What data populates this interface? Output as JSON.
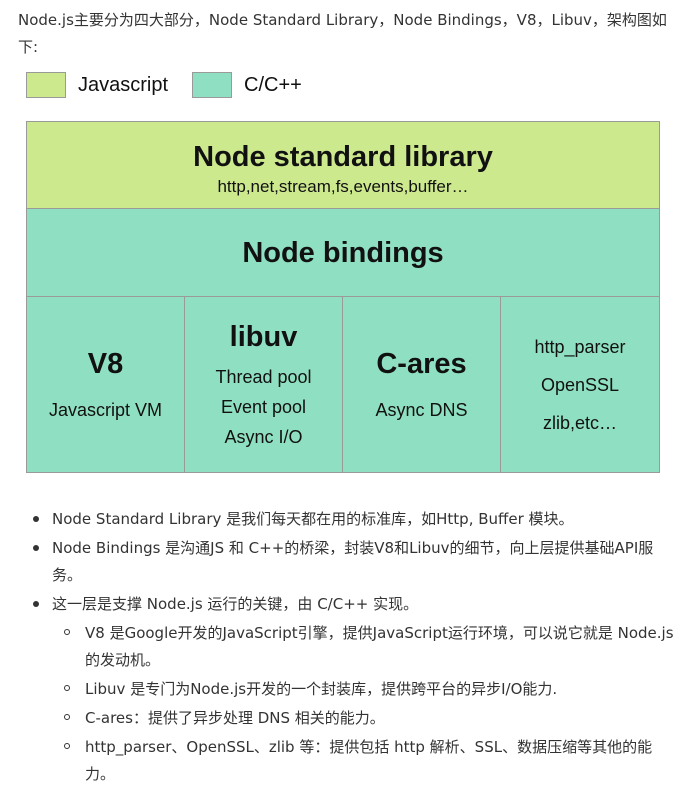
{
  "intro": "Node.js主要分为四大部分，Node Standard Library，Node Bindings，V8，Libuv，架构图如下:",
  "colors": {
    "javascript": "#cde98e",
    "cpp": "#8fe0c3",
    "border": "#9a9a9a"
  },
  "legend": [
    {
      "label": "Javascript",
      "color": "#cde98e"
    },
    {
      "label": "C/C++",
      "color": "#8fe0c3"
    }
  ],
  "diagram": {
    "standard_library": {
      "title": "Node standard library",
      "subtitle": "http,net,stream,fs,events,buffer…"
    },
    "bindings": {
      "title": "Node bindings"
    },
    "modules": [
      {
        "title": "V8",
        "lines": [
          "Javascript VM"
        ]
      },
      {
        "title": "libuv",
        "lines": [
          "Thread pool",
          "Event pool",
          "Async I/O"
        ]
      },
      {
        "title": "C-ares",
        "lines": [
          "Async DNS"
        ]
      },
      {
        "title": "",
        "lines": [
          "http_parser",
          "OpenSSL",
          "zlib,etc…"
        ]
      }
    ]
  },
  "notes": [
    {
      "text": "Node Standard Library 是我们每天都在用的标准库，如Http, Buffer 模块。"
    },
    {
      "text": "Node Bindings 是沟通JS 和 C++的桥梁，封装V8和Libuv的细节，向上层提供基础API服务。"
    },
    {
      "text": "这一层是支撑 Node.js 运行的关键，由 C/C++ 实现。",
      "subnotes": [
        {
          "text": "V8 是Google开发的JavaScript引擎，提供JavaScript运行环境，可以说它就是 Node.js 的发动机。"
        },
        {
          "text": "Libuv 是专门为Node.js开发的一个封装库，提供跨平台的异步I/O能力."
        },
        {
          "text": "C-ares：提供了异步处理 DNS 相关的能力。"
        },
        {
          "text": "http_parser、OpenSSL、zlib 等：提供包括 http 解析、SSL、数据压缩等其他的能力。"
        }
      ]
    }
  ]
}
